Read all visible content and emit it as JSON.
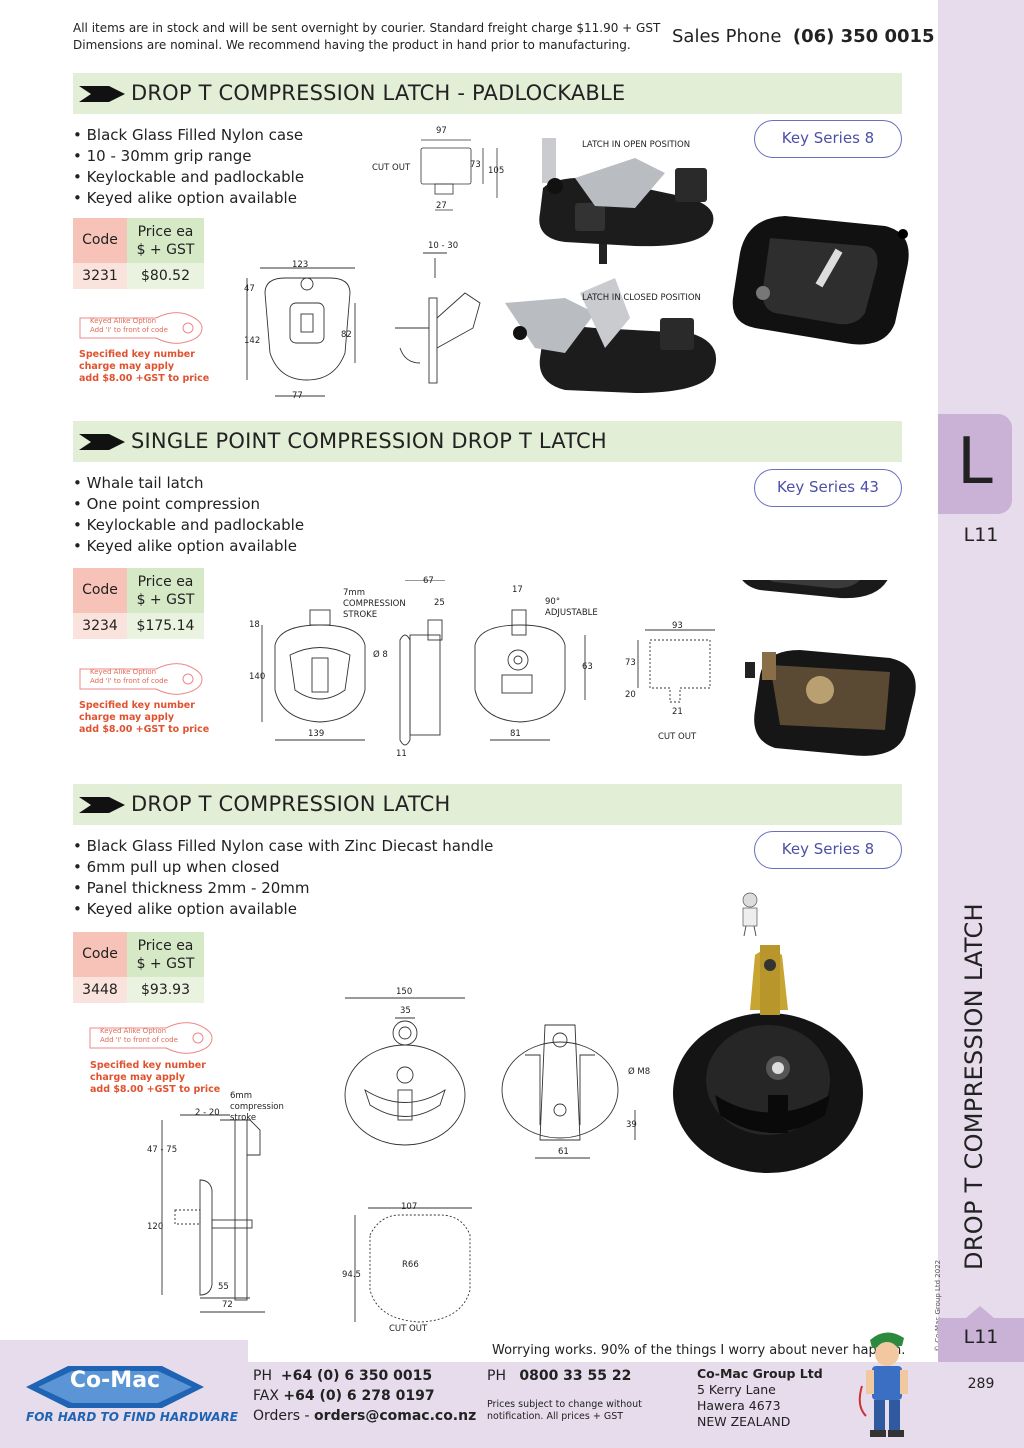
{
  "header": {
    "note_line1": "All items are in stock and will be sent overnight by courier. Standard freight charge $11.90 + GST",
    "note_line2": "Dimensions are nominal. We recommend having the product in hand prior to manufacturing.",
    "sales_label": "Sales Phone",
    "sales_number": "(06) 350 0015"
  },
  "sidebar": {
    "letter": "L",
    "code": "L11",
    "vertical_title": "DROP T COMPRESSION LATCH",
    "copyright": "© Co-Mac Group Ltd 2022",
    "bottom_code": "L11",
    "page_number": "289"
  },
  "keyed_tag": {
    "line1": "Keyed Alike Option",
    "line2": "Add 'I' to front of code",
    "note1": "Specified key number",
    "note2": "charge may apply",
    "note3": "add $8.00 +GST to price"
  },
  "price_headers": {
    "code": "Code",
    "price_line1": "Price ea",
    "price_line2": "$ + GST"
  },
  "section1": {
    "title": "DROP T COMPRESSION LATCH - PADLOCKABLE",
    "bullets": [
      "Black Glass Filled Nylon case",
      "10 - 30mm grip range",
      "Keylockable and padlockable",
      "Keyed alike option available"
    ],
    "key_series": "Key Series 8",
    "code": "3231",
    "price": "$80.52",
    "labels": {
      "cutout": "CUT OUT",
      "open": "LATCH IN OPEN POSITION",
      "closed": "LATCH IN CLOSED POSITION",
      "d97": "97",
      "d73": "73",
      "d105": "105",
      "d27": "27",
      "d123": "123",
      "d47": "47",
      "d142": "142",
      "d82": "82",
      "d77": "77",
      "grip": "10 - 30"
    }
  },
  "section2": {
    "title": "SINGLE POINT COMPRESSION DROP T LATCH",
    "bullets": [
      "Whale tail latch",
      "One point compression",
      "Keylockable and padlockable",
      "Keyed alike option available"
    ],
    "key_series": "Key Series 43",
    "code": "3234",
    "price": "$175.14",
    "labels": {
      "stroke1": "7mm",
      "stroke2": "COMPRESSION",
      "stroke3": "STROKE",
      "d18": "18",
      "d140": "140",
      "d139": "139",
      "d8": "Ø 8",
      "d67": "67",
      "d25": "25",
      "d11": "11",
      "d17": "17",
      "adj1": "90°",
      "adj2": "ADJUSTABLE",
      "d63": "63",
      "d81": "81",
      "d93": "93",
      "d73": "73",
      "d20": "20",
      "d21": "21",
      "cutout": "CUT OUT"
    }
  },
  "section3": {
    "title": "DROP T COMPRESSION LATCH",
    "bullets": [
      "Black Glass Filled Nylon case with Zinc Diecast handle",
      "6mm pull up when closed",
      "Panel thickness 2mm - 20mm",
      "Keyed alike option available"
    ],
    "key_series": "Key Series 8",
    "code": "3448",
    "price": "$93.93",
    "labels": {
      "d150": "150",
      "d35": "35",
      "m8": "Ø M8",
      "d39": "39",
      "d61": "61",
      "stroke1": "6mm",
      "stroke2": "compression",
      "stroke3": "stroke",
      "d2_20": "2 - 20",
      "d47_75": "47 - 75",
      "d120": "120",
      "d55": "55",
      "d72": "72",
      "d107": "107",
      "r66": "R66",
      "d94_5": "94.5",
      "cutout": "CUT OUT"
    }
  },
  "footer": {
    "quote": "Worrying works. 90% of the things I worry about never happen.",
    "ph_label": "PH",
    "ph": "+64 (0) 6 350 0015",
    "fax_label": "FAX",
    "fax": "+64 (0) 6 278 0197",
    "orders_label": "Orders -",
    "orders": "orders@comac.co.nz",
    "ph2_label": "PH",
    "ph2": "0800 33 55 22",
    "disclaimer1": "Prices subject to change without",
    "disclaimer2": "notification. All prices + GST",
    "company": "Co-Mac Group Ltd",
    "addr1": "5 Kerry Lane",
    "addr2": "Hawera 4673",
    "addr3": "NEW ZEALAND",
    "logo": "Co-Mac",
    "tagline": "FOR HARD TO FIND HARDWARE"
  }
}
